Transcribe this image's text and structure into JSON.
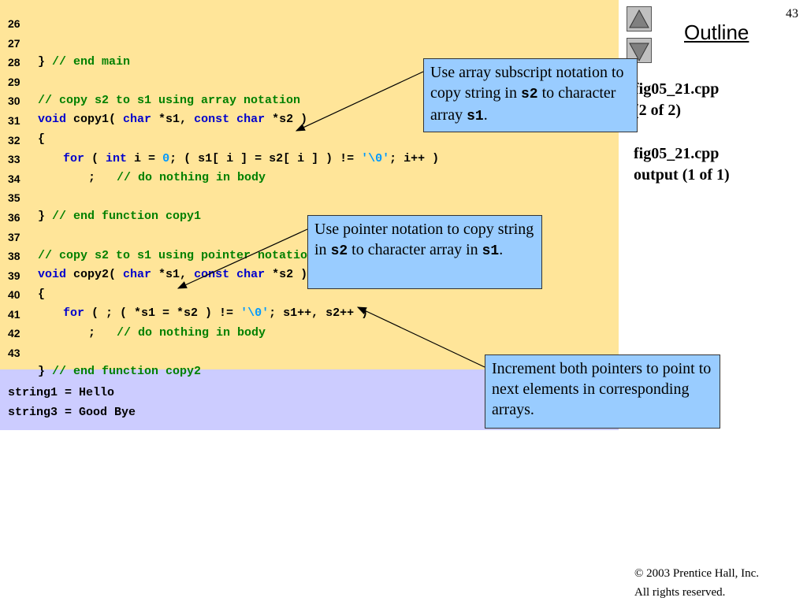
{
  "page_number": "43",
  "outline": {
    "title": "Outline",
    "label1_line1": "fig05_21.cpp",
    "label1_line2": "(2 of 2)",
    "label2_line1": "fig05_21.cpp",
    "label2_line2": "output (1 of 1)"
  },
  "nav": {
    "up_icon": "triangle-up-icon",
    "down_icon": "triangle-down-icon"
  },
  "code": {
    "line_numbers": [
      "26",
      "27",
      "28",
      "29",
      "30",
      "31",
      "32",
      "33",
      "34",
      "35",
      "36",
      "37",
      "38",
      "39",
      "40",
      "41",
      "42",
      "43"
    ],
    "l27": {
      "brace": "}",
      "comment": "// end main"
    },
    "l29": {
      "comment": "// copy s2 to s1 using array notation"
    },
    "l30": {
      "kw1": "void",
      "t1": " copy1( ",
      "kw2": "char",
      "t2": " *s1, ",
      "kw3": "const",
      "sp": " ",
      "kw4": "char",
      "t3": " *s2 )"
    },
    "l31": {
      "text": "{"
    },
    "l32": {
      "kw1": "for",
      "t1": " ( ",
      "kw2": "int",
      "t2": " i = ",
      "lit1": "0",
      "t3": "; ( s1[ i ] = s2[ i ] ) != ",
      "lit2": "'\\0'",
      "t4": "; i++ )"
    },
    "l33": {
      "t1": ";   ",
      "comment": "// do nothing in body"
    },
    "l35": {
      "brace": "}",
      "comment": "// end function copy1"
    },
    "l37": {
      "comment": "// copy s2 to s1 using pointer notation"
    },
    "l38": {
      "kw1": "void",
      "t1": " copy2( ",
      "kw2": "char",
      "t2": " *s1, ",
      "kw3": "const",
      "sp": " ",
      "kw4": "char",
      "t3": " *s2 )"
    },
    "l39": {
      "text": "{"
    },
    "l40": {
      "kw1": "for",
      "t1": " ( ; ( *s1 = *s2 ) != ",
      "lit1": "'\\0'",
      "t2": "; s1++, s2++ )"
    },
    "l41": {
      "t1": ";   ",
      "comment": "// do nothing in body"
    },
    "l43": {
      "brace": "}",
      "comment": "// end function copy2"
    }
  },
  "output": {
    "line1": "string1 = Hello",
    "line2": "string3 = Good Bye"
  },
  "callouts": {
    "c1": {
      "text1": "Use array subscript notation to copy string in ",
      "code1": "s2",
      "text2": " to character array ",
      "code2": "s1",
      "text3": "."
    },
    "c2": {
      "text1": "Use pointer notation to copy string in ",
      "code1": "s2",
      "text2": " to character array in ",
      "code2": "s1",
      "text3": "."
    },
    "c3": {
      "text": "Increment both pointers to point to next elements in corresponding arrays."
    }
  },
  "footer": {
    "copyright": "© 2003 Prentice Hall, Inc.",
    "rights": "All rights reserved."
  }
}
